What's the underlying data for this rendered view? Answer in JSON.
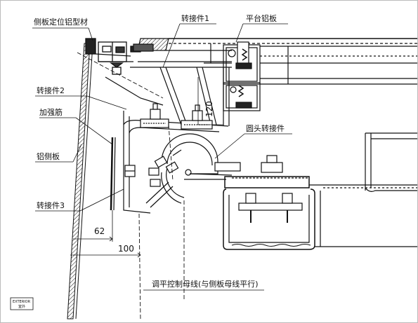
{
  "labels": {
    "side_panel_profile": "侧板定位铝型材",
    "connector_1": "转接件1",
    "platform_aluminum": "平台铝板",
    "connector_2": "转接件2",
    "reinforcing_rib": "加强筋",
    "aluminum_side_panel": "铝侧板",
    "round_head_connector": "圆头转接件",
    "connector_3": "转接件3",
    "control_line": "调平控制母线(与侧板母线平行)"
  },
  "dimensions": {
    "d62": "62",
    "d100": "100",
    "d120": "120"
  },
  "stamp": {
    "line1": "EXTERIOR",
    "line2": "室外"
  },
  "colors": {
    "line": "#111111",
    "background": "#ffffff"
  }
}
